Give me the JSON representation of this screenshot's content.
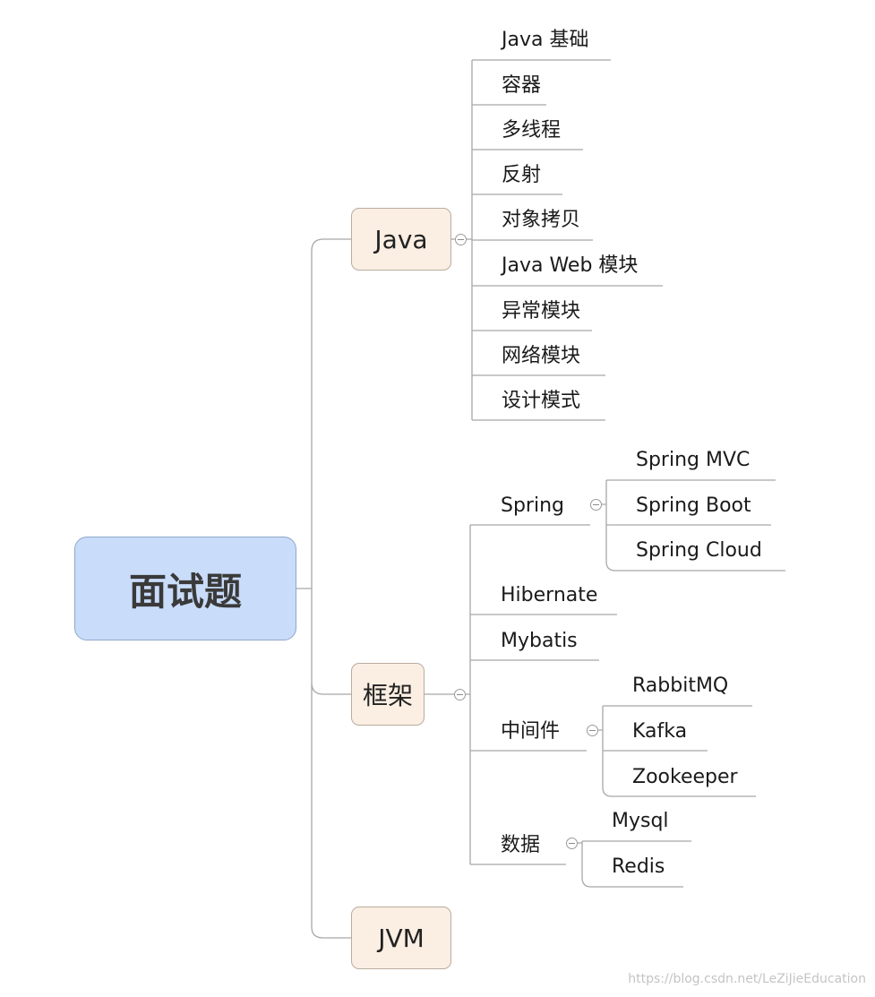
{
  "root": {
    "label": "面试题"
  },
  "java": {
    "label": "Java",
    "items": [
      "Java 基础",
      "容器",
      "多线程",
      "反射",
      "对象拷贝",
      "Java Web 模块",
      "异常模块",
      "网络模块",
      "设计模式"
    ]
  },
  "framework": {
    "label": "框架",
    "spring": {
      "label": "Spring",
      "items": [
        "Spring MVC",
        "Spring Boot",
        "Spring Cloud"
      ]
    },
    "hibernate": {
      "label": "Hibernate"
    },
    "mybatis": {
      "label": "Mybatis"
    },
    "middleware": {
      "label": "中间件",
      "items": [
        "RabbitMQ",
        "Kafka",
        "Zookeeper"
      ]
    },
    "data": {
      "label": "数据",
      "items": [
        "Mysql",
        "Redis"
      ]
    }
  },
  "jvm": {
    "label": "JVM"
  },
  "watermark": "https://blog.csdn.net/LeZiJieEducation"
}
